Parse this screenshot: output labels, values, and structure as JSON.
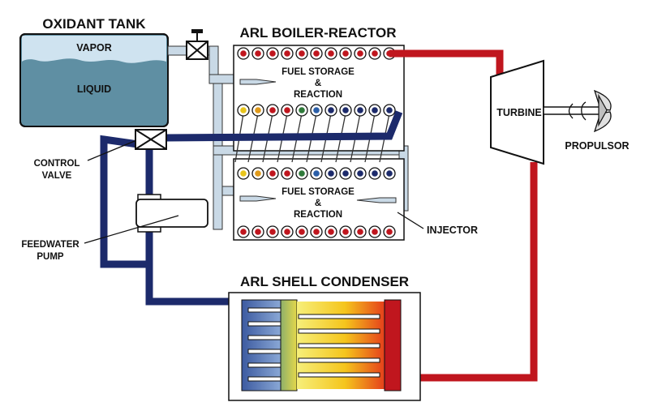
{
  "labels": {
    "oxidant_tank": "OXIDANT TANK",
    "vapor": "VAPOR",
    "liquid": "LIQUID",
    "boiler_reactor": "ARL BOILER-REACTOR",
    "fuel_storage_1": "FUEL STORAGE",
    "amp_1": "&",
    "reaction_1": "REACTION",
    "fuel_storage_2": "FUEL STORAGE",
    "amp_2": "&",
    "reaction_2": "REACTION",
    "turbine": "TURBINE",
    "propulsor": "PROPULSOR",
    "control_valve_1": "CONTROL",
    "control_valve_2": "VALVE",
    "feedwater_pump_1": "FEEDWATER",
    "feedwater_pump_2": "PUMP",
    "injector": "INJECTOR",
    "shell_condenser": "ARL SHELL CONDENSER"
  },
  "colors": {
    "hot_pipe": "#c0161e",
    "cold_pipe": "#1c2a6b",
    "vapor_pipe": "#c9d9e6",
    "liquid_fill": "#5f8fa3",
    "vapor_fill": "#cfe3f0"
  },
  "tube_rows": {
    "top_outer": [
      "#c0161e",
      "#c0161e",
      "#c0161e",
      "#c0161e",
      "#c0161e",
      "#c0161e",
      "#c0161e",
      "#c0161e",
      "#c0161e",
      "#c0161e",
      "#c0161e"
    ],
    "top_inner": [
      "#e8c51c",
      "#e09a1a",
      "#c0161e",
      "#c0161e",
      "#2f7a3a",
      "#2b5fa8",
      "#1c2a6b",
      "#1c2a6b",
      "#1c2a6b",
      "#1c2a6b",
      "#1c2a6b"
    ],
    "bottom_inner": [
      "#e8c51c",
      "#e09a1a",
      "#c0161e",
      "#c0161e",
      "#2f7a3a",
      "#2b5fa8",
      "#1c2a6b",
      "#1c2a6b",
      "#1c2a6b",
      "#1c2a6b",
      "#1c2a6b"
    ],
    "bottom_outer": [
      "#c0161e",
      "#c0161e",
      "#c0161e",
      "#c0161e",
      "#c0161e",
      "#c0161e",
      "#c0161e",
      "#c0161e",
      "#c0161e",
      "#c0161e",
      "#c0161e"
    ]
  }
}
